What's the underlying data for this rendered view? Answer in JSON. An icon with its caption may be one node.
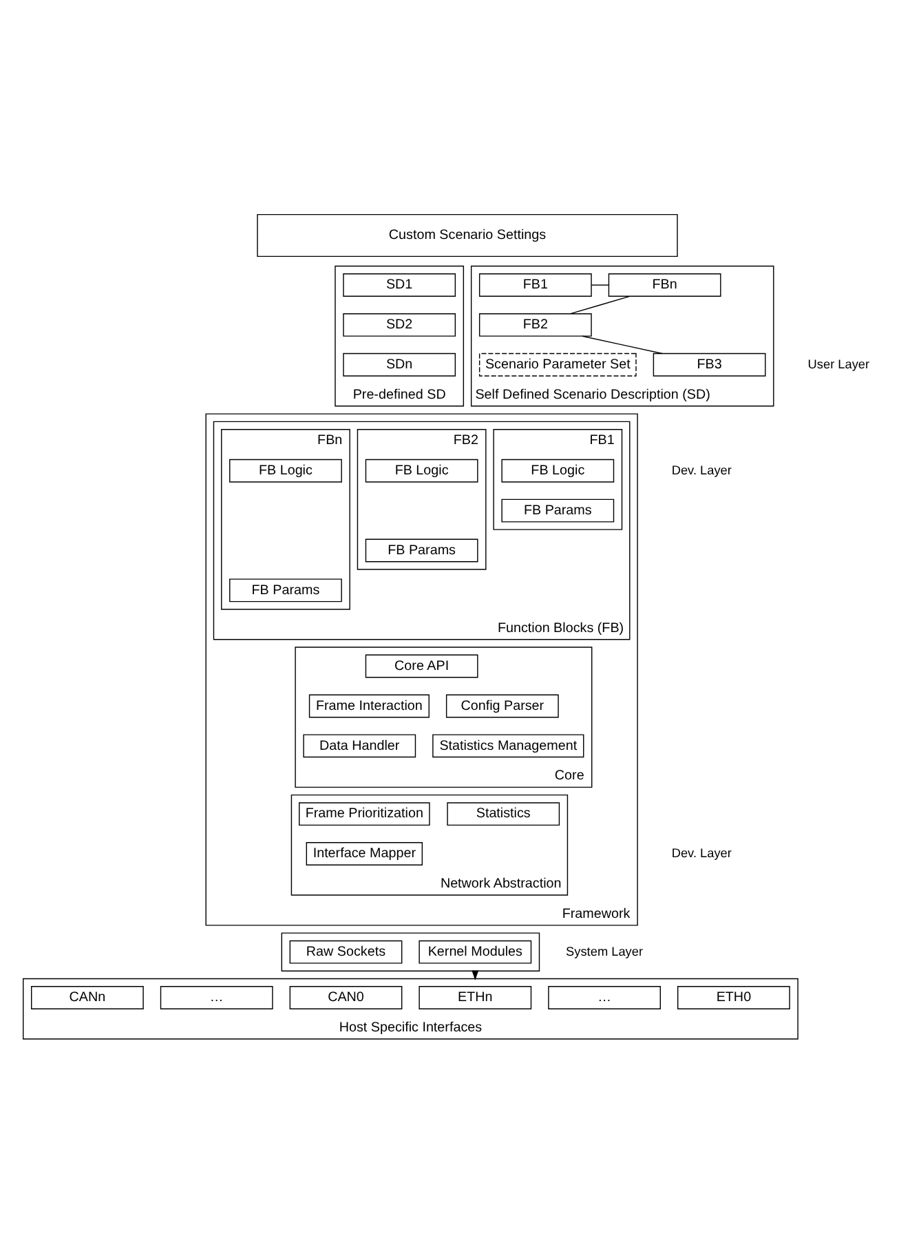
{
  "diagram": {
    "nodes": [
      {
        "text": [
          "Custom Scenario Settings"
        ]
      },
      {
        "text": [
          "Pre-defined SD"
        ]
      },
      {
        "text": [
          "SD1"
        ],
        "in": 1
      },
      {
        "text": [
          "SD2"
        ],
        "in": 1
      },
      {
        "text": [
          "SDn"
        ],
        "in": 1
      },
      {
        "text": [
          "Self Defined Scenario Description (SD)"
        ]
      },
      {
        "text": [
          "FB1"
        ],
        "in": 5
      },
      {
        "text": [
          "FBn"
        ],
        "in": 5
      },
      {
        "text": [
          "FB2"
        ],
        "in": 5
      },
      {
        "text": [
          "FB3"
        ],
        "in": 5
      },
      {
        "text": [
          "Scenario Parameter Set"
        ],
        "in": 5
      },
      {
        "text": [
          "Framework"
        ]
      },
      {
        "text": [
          "Function Blocks (FB)"
        ],
        "in": 11
      },
      {
        "text": [
          "FB1"
        ],
        "in": 12
      },
      {
        "text": [
          "FB Logic"
        ],
        "in": 13
      },
      {
        "text": [
          "FB Params"
        ],
        "in": 13
      },
      {
        "text": [
          "FB2"
        ],
        "in": 12
      },
      {
        "text": [
          "FB Logic"
        ],
        "in": 16
      },
      {
        "text": [
          "FB Params"
        ],
        "in": 16
      },
      {
        "text": [
          "FBn"
        ],
        "in": 12
      },
      {
        "text": [
          "FB Logic"
        ],
        "in": 19
      },
      {
        "text": [
          "FB Params"
        ],
        "in": 19
      },
      {
        "text": [
          "Core"
        ],
        "in": 11
      },
      {
        "text": [
          "Core API"
        ],
        "in": 22
      },
      {
        "text": [
          "Frame Interaction"
        ],
        "in": 22
      },
      {
        "text": [
          "Config Parser"
        ],
        "in": 22
      },
      {
        "text": [
          "Data Handler"
        ],
        "in": 22
      },
      {
        "text": [
          "Statistics Management"
        ],
        "in": 22
      },
      {
        "text": [
          "Network Abstraction"
        ],
        "in": 11
      },
      {
        "text": [
          "Frame Prioritization"
        ],
        "in": 28
      },
      {
        "text": [
          "Statistics"
        ],
        "in": 28
      },
      {
        "text": [
          "Interface Mapper"
        ],
        "in": 28
      },
      {
        "text": [],
        "shape": "box"
      },
      {
        "text": [
          "Raw Sockets"
        ],
        "in": 32
      },
      {
        "text": [
          "Kernel Modules"
        ],
        "in": 32
      },
      {
        "text": [
          "Host Specific Interfaces"
        ]
      },
      {
        "text": [
          "CANn"
        ],
        "in": 35
      },
      {
        "text": [
          "…"
        ],
        "in": 35
      },
      {
        "text": [
          "CAN0"
        ],
        "in": 35
      },
      {
        "text": [
          "ETHn"
        ],
        "in": 35
      },
      {
        "text": [
          "…"
        ],
        "in": 35
      },
      {
        "text": [
          "ETH0"
        ],
        "in": 35
      }
    ],
    "edges": [
      {
        "from": 6,
        "to": 7,
        "arrow": "none"
      },
      {
        "from": 7,
        "to": 8,
        "arrow": "none"
      },
      {
        "from": 8,
        "to": 9,
        "arrow": "none"
      },
      {
        "from": 32,
        "to": 35,
        "arrow": "to"
      }
    ],
    "labels": [
      "User Layer",
      "Dev. Layer",
      "Dev. Layer",
      "System Layer"
    ]
  }
}
